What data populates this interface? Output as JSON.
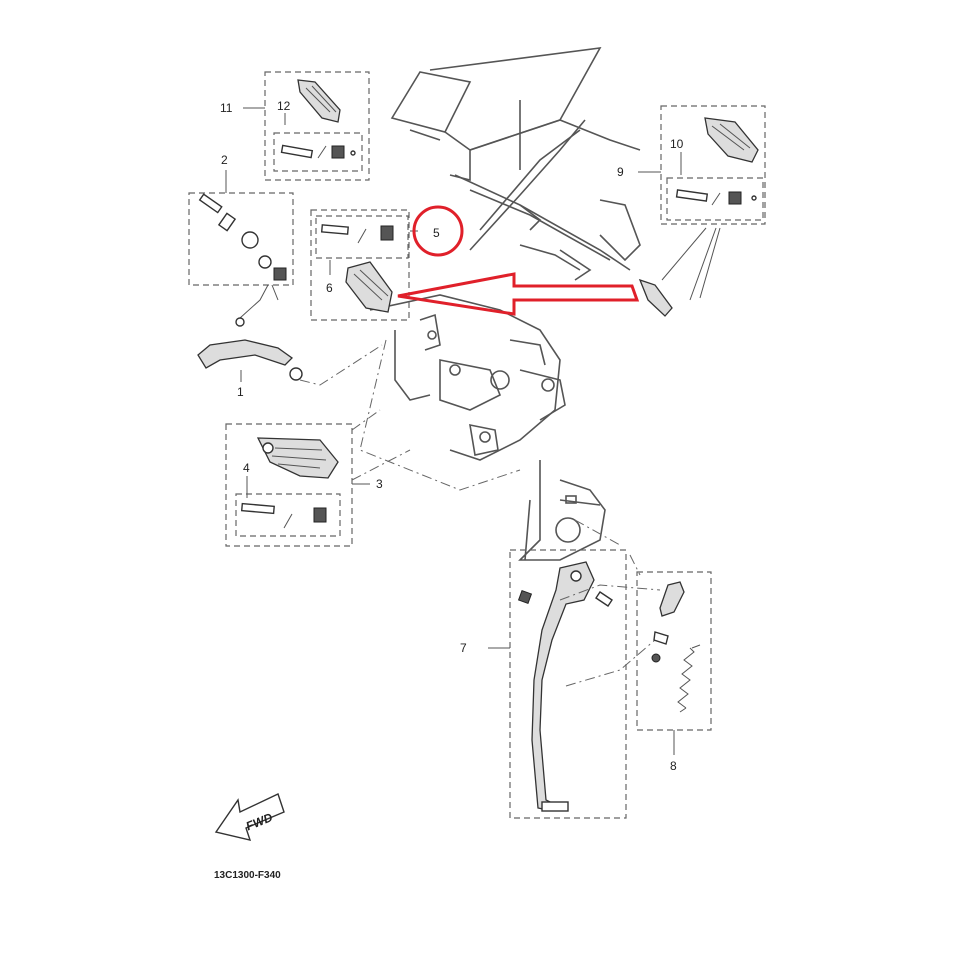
{
  "diagram": {
    "drawing_code": "13C1300-F340",
    "fwd_label": "FWD",
    "callouts": {
      "c1": "1",
      "c2": "2",
      "c3": "3",
      "c4": "4",
      "c5": "5",
      "c6": "6",
      "c7": "7",
      "c8": "8",
      "c9": "9",
      "c10": "10",
      "c11": "11",
      "c12": "12"
    },
    "highlight": {
      "color": "#e0202a",
      "target": "5"
    },
    "colors": {
      "line": "#333333",
      "dash": "#666666",
      "background": "#ffffff"
    }
  }
}
